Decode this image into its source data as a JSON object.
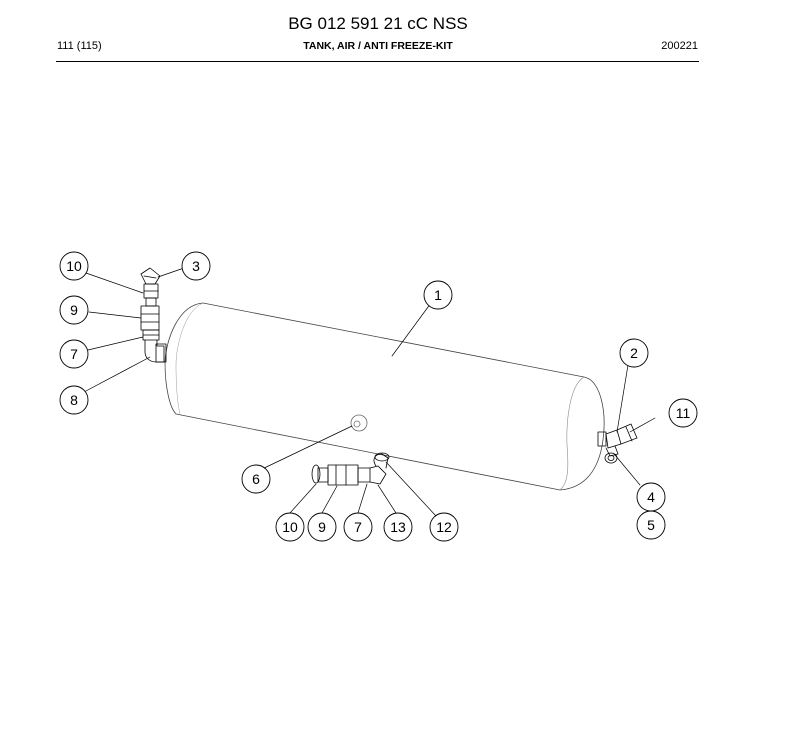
{
  "header": {
    "document_code": "BG 012 591 21 cC NSS",
    "page": "111 (115)",
    "section_title": "TANK, AIR / ANTI FREEZE-KIT",
    "date_code": "200221"
  },
  "callouts": [
    {
      "label": "1"
    },
    {
      "label": "2"
    },
    {
      "label": "3"
    },
    {
      "label": "4"
    },
    {
      "label": "5"
    },
    {
      "label": "6"
    },
    {
      "label": "7"
    },
    {
      "label": "8"
    },
    {
      "label": "9"
    },
    {
      "label": "10"
    },
    {
      "label": "11"
    },
    {
      "label": "10"
    },
    {
      "label": "9"
    },
    {
      "label": "7"
    },
    {
      "label": "13"
    },
    {
      "label": "12"
    }
  ]
}
